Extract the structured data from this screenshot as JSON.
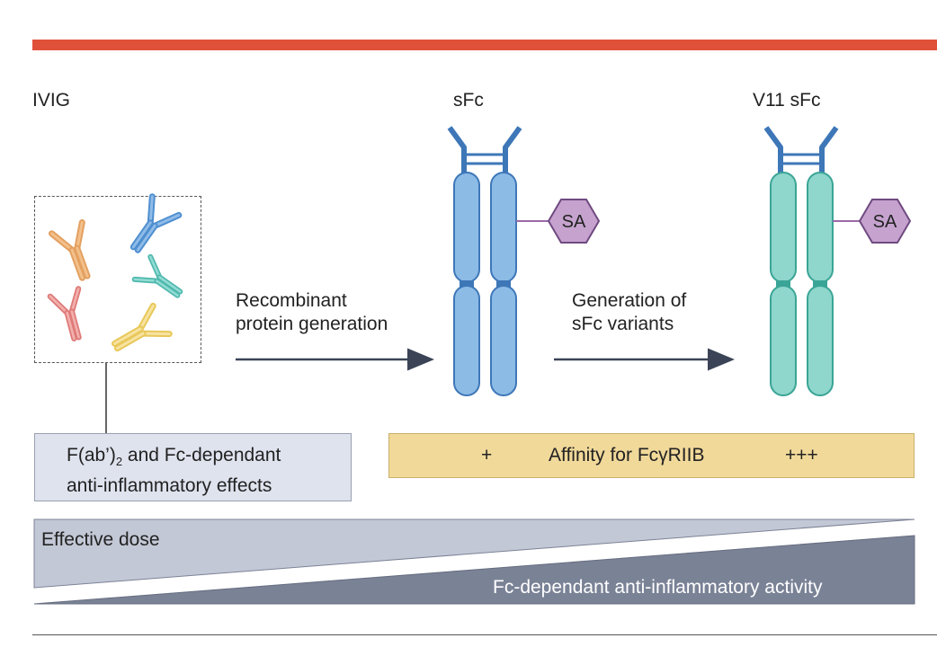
{
  "titles": {
    "ivig": "IVIG",
    "sfc": "sFc",
    "v11": "V11 sFc"
  },
  "steps": {
    "recombinant_line1": "Recombinant",
    "recombinant_line2": "protein generation",
    "variants_line1": "Generation of",
    "variants_line2": "sFc variants"
  },
  "effects_box": {
    "line1_prefix": "F(ab’)",
    "line1_sub": "2",
    "line1_suffix": " and Fc-dependant",
    "line2": "anti-inflammatory effects"
  },
  "sialic_acid": {
    "sfc": "SA",
    "v11": "SA"
  },
  "affinity": {
    "low": "+",
    "label": "Affinity for FcγRIIB",
    "high": "+++"
  },
  "gradients": {
    "dose": "Effective dose",
    "activity": "Fc-dependant anti-inflammatory activity"
  },
  "colors": {
    "accent_bar": "#e0513a",
    "sfc_blue": "#6fa6dc",
    "v11_teal": "#7ecdc3",
    "sa_purple": "#c6a3cf",
    "affinity_bar": "#f1d99a",
    "effects_box": "#dfe3ee",
    "dose_wedge": "#c3c8d6",
    "activity_wedge": "#7a8296"
  }
}
